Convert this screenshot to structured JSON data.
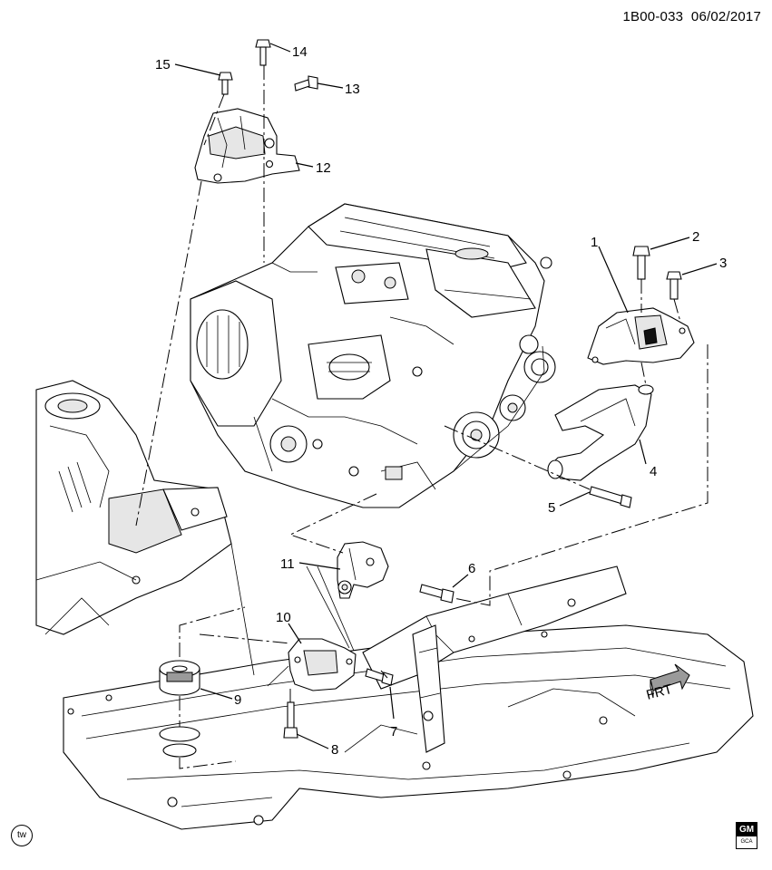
{
  "header": {
    "doc_id": "1B00-033",
    "date": "06/02/2017"
  },
  "callouts": [
    "1",
    "2",
    "3",
    "4",
    "5",
    "6",
    "7",
    "8",
    "9",
    "10",
    "11",
    "12",
    "13",
    "14",
    "15"
  ],
  "front_arrow_label": "FRT",
  "footer": {
    "tw_badge": "tw",
    "logo_top": "GM",
    "logo_bottom": "GCA"
  }
}
